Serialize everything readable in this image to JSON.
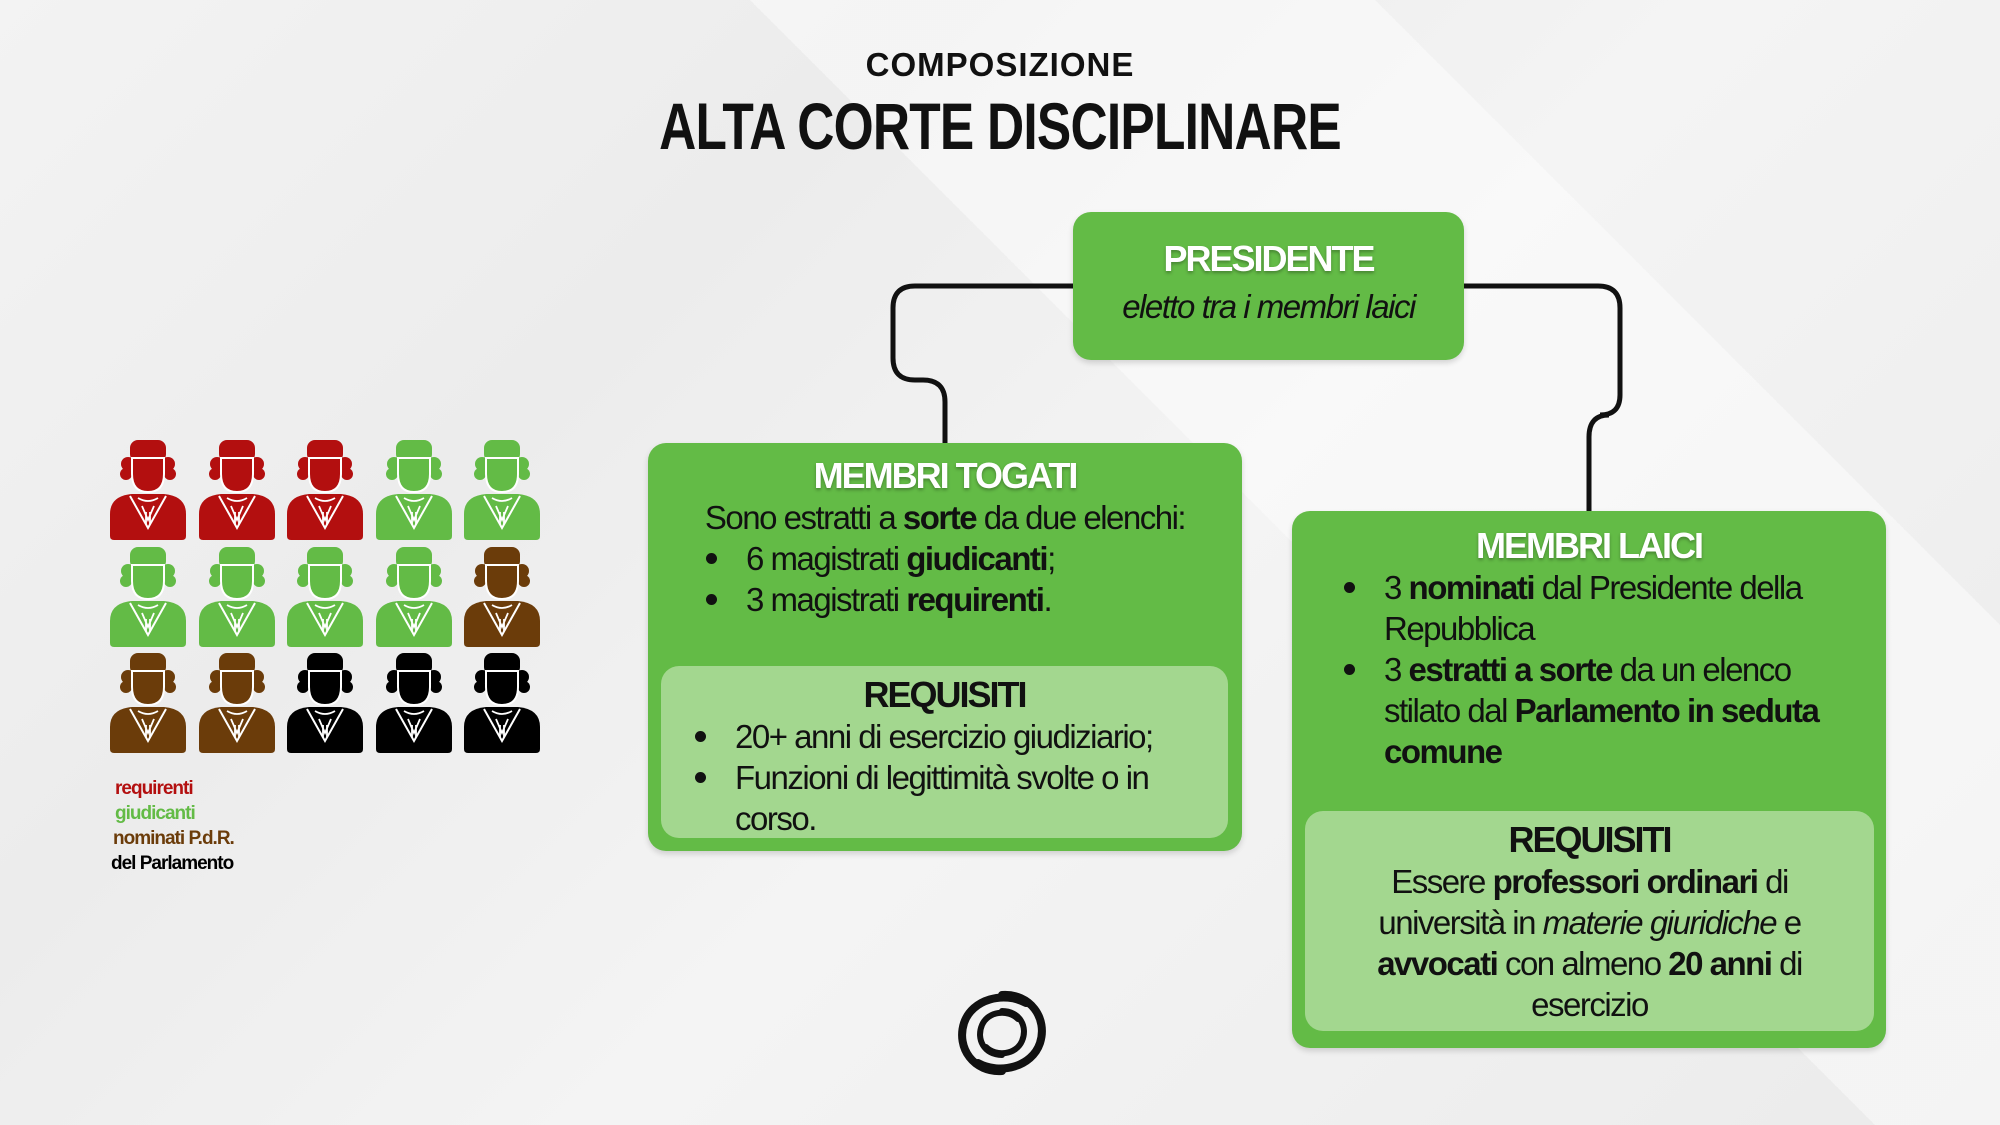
{
  "header": {
    "subtitle": "COMPOSIZIONE",
    "title": "ALTA CORTE DISCIPLINARE"
  },
  "presidente": {
    "title": "PRESIDENTE",
    "subtitle": "eletto tra i membri laici"
  },
  "togati": {
    "title": "MEMBRI TOGATI",
    "intro": [
      "Sono estratti a ",
      "sorte",
      " da due elenchi:"
    ],
    "items": [
      [
        "6 magistrati ",
        "giudicanti",
        ";"
      ],
      [
        "3 magistrati ",
        "requirenti",
        "."
      ]
    ],
    "req_title": "REQUISITI",
    "req_items": [
      "20+ anni di esercizio giudiziario;",
      "Funzioni di legittimità svolte o in corso."
    ]
  },
  "laici": {
    "title": "MEMBRI LAICI",
    "items": [
      [
        "3 ",
        "nominati",
        " dal Presidente della Repubblica"
      ],
      [
        "3 ",
        "estratti a sorte",
        " da un elenco stilato dal ",
        "Parlamento in seduta comune"
      ]
    ],
    "req_title": "REQUISITI",
    "req_text": [
      "Essere ",
      "professori ordinari",
      " di università in ",
      "materie giuridiche",
      " e ",
      "avvocati",
      " con almeno ",
      "20 anni",
      " di esercizio"
    ]
  },
  "judges": {
    "colors": {
      "requirenti": "#b30f0f",
      "giudicanti": "#63bb46",
      "nominati": "#6b3c0a",
      "parlamento": "#000000"
    },
    "grid": [
      "requirenti",
      "requirenti",
      "requirenti",
      "giudicanti",
      "giudicanti",
      "giudicanti",
      "giudicanti",
      "giudicanti",
      "giudicanti",
      "nominati",
      "nominati",
      "nominati",
      "parlamento",
      "parlamento",
      "parlamento"
    ]
  },
  "legend": [
    "requirenti",
    "giudicanti",
    "nominati P.d.R.",
    "del Parlamento"
  ]
}
